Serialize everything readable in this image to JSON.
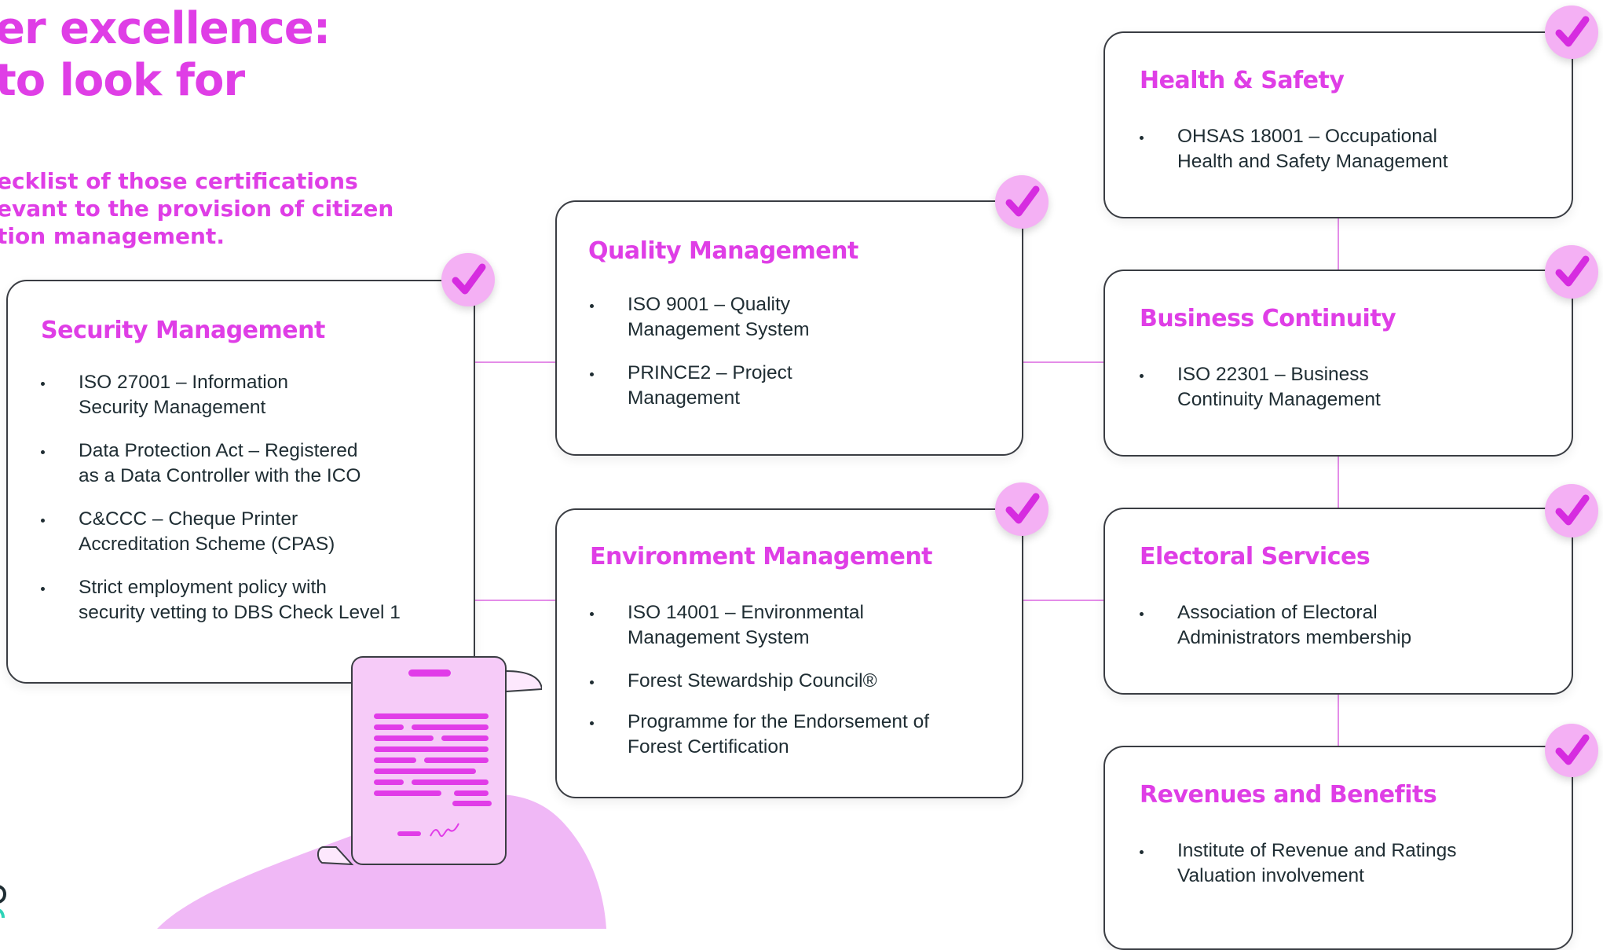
{
  "headline": [
    "er excellence:",
    "to look for"
  ],
  "subline": [
    "ecklist of those certifications",
    "evant to the provision of citizen",
    "tion management."
  ],
  "colors": {
    "accent": "#df3ee6",
    "check_bg": "#f4b0f4",
    "connector": "#e48de8",
    "blob": "#f0b8f6",
    "text": "#1f2d33"
  },
  "icons": {
    "check": "checkmark-icon",
    "document": "certificate-document-icon",
    "blob": "decorative-blob"
  },
  "cards": {
    "security": {
      "title": "Security Management",
      "items": [
        "ISO 27001 – Information\nSecurity Management",
        "Data Protection Act – Registered\nas a Data Controller with the ICO",
        "C&CCC – Cheque Printer\nAccreditation Scheme (CPAS)",
        "Strict employment policy with\nsecurity vetting to DBS Check Level 1"
      ]
    },
    "quality": {
      "title": "Quality Management",
      "items": [
        "ISO 9001 – Quality\nManagement System",
        "PRINCE2 – Project\nManagement"
      ]
    },
    "environment": {
      "title": "Environment Management",
      "items": [
        "ISO 14001 – Environmental\nManagement System",
        "Forest Stewardship Council®",
        "Programme for the Endorsement of\nForest Certification"
      ]
    },
    "health": {
      "title": "Health & Safety",
      "items": [
        "OHSAS 18001 – Occupational\nHealth and Safety Management"
      ]
    },
    "continuity": {
      "title": "Business Continuity",
      "items": [
        "ISO 22301 – Business\nContinuity Management"
      ]
    },
    "electoral": {
      "title": "Electoral Services",
      "items": [
        "Association of Electoral\nAdministrators membership"
      ]
    },
    "revenues": {
      "title": "Revenues and Benefits",
      "items": [
        "Institute of Revenue and Ratings\nValuation involvement"
      ]
    }
  }
}
